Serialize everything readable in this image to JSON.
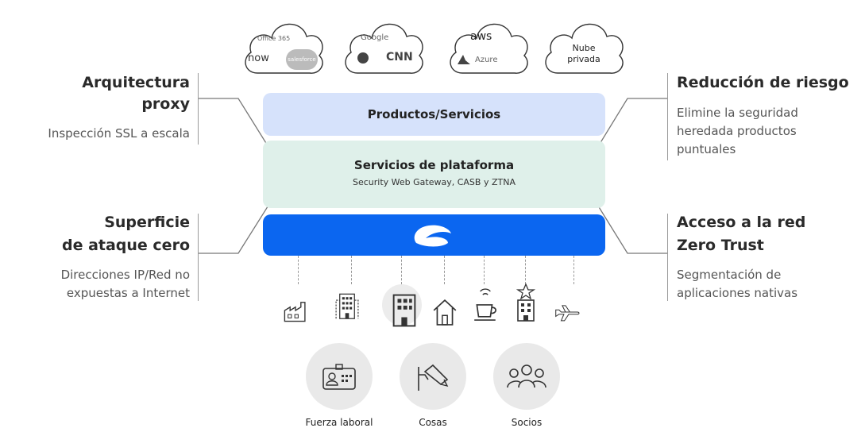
{
  "clouds": [
    {
      "name": "saas-cloud-1",
      "labels": [
        "Office 365",
        "now",
        "salesforce"
      ]
    },
    {
      "name": "saas-cloud-2",
      "labels": [
        "Google",
        "CNN"
      ]
    },
    {
      "name": "iaas-cloud",
      "labels": [
        "aws",
        "Azure"
      ]
    },
    {
      "name": "private-cloud",
      "labels": [
        "Nube",
        "privada"
      ]
    }
  ],
  "bands": {
    "products": "Productos/Servicios",
    "platform_title": "Servicios de plataforma",
    "platform_sub": "Security Web Gateway, CASB y ZTNA"
  },
  "left_top": {
    "title_line1": "Arquitectura",
    "title_line2": "proxy",
    "subtitle": "Inspección SSL a escala"
  },
  "left_bottom": {
    "title_line1": "Superficie",
    "title_line2": "de ataque cero",
    "subtitle_line1": "Direcciones IP/Red no",
    "subtitle_line2": "expuestas a Internet"
  },
  "right_top": {
    "title": "Reducción de riesgo",
    "subtitle_line1": "Elimine la seguridad",
    "subtitle_line2": "heredada productos",
    "subtitle_line3": "puntuales"
  },
  "right_bottom": {
    "title_line1": "Acceso a la red",
    "title_line2": "Zero Trust",
    "subtitle_line1": "Segmentación de",
    "subtitle_line2": "aplicaciones nativas"
  },
  "location_icons": [
    "factory-icon",
    "office-building-icon",
    "branch-office-icon",
    "home-icon",
    "coffee-shop-icon",
    "hotel-icon",
    "airplane-icon"
  ],
  "users": [
    {
      "label": "Fuerza laboral",
      "icon": "id-badge-icon"
    },
    {
      "label": "Cosas",
      "icon": "security-camera-icon"
    },
    {
      "label": "Socios",
      "icon": "people-group-icon"
    }
  ],
  "colors": {
    "products_band": "#d6e2fb",
    "platform_band": "#dff0ea",
    "core_band": "#0b66f0",
    "connector": "#666666"
  }
}
